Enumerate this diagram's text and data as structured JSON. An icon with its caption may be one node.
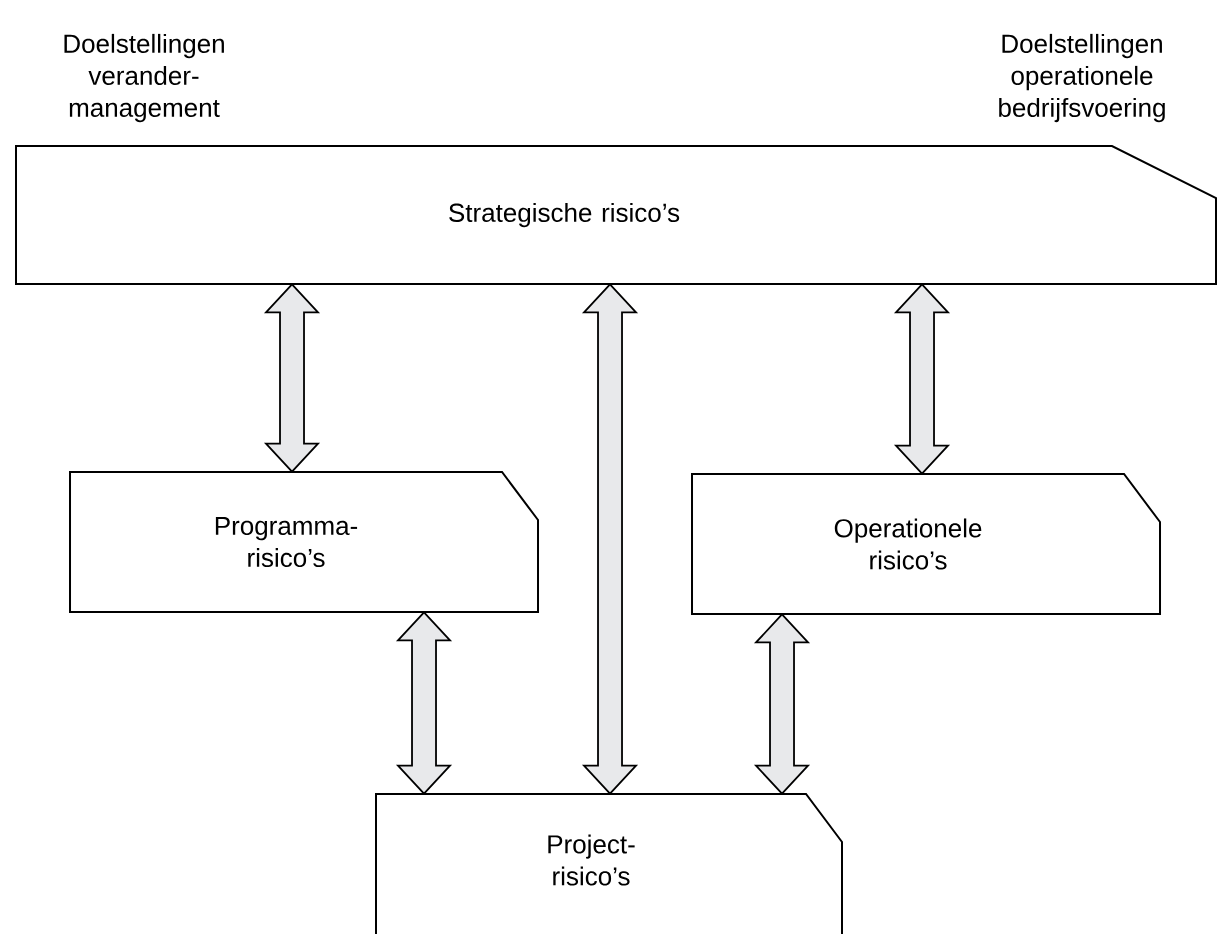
{
  "diagram": {
    "nodes": [
      {
        "text": [
          "Strategische risico’s"
        ]
      },
      {
        "text": [
          "Programma- risico’s"
        ]
      },
      {
        "text": [
          "Operationele risico’s"
        ]
      },
      {
        "text": [
          "Project- risico’s"
        ]
      }
    ],
    "edges": [
      {
        "from": 0,
        "to": 1,
        "arrow": "both"
      },
      {
        "from": 0,
        "to": 3,
        "arrow": "both"
      },
      {
        "from": 0,
        "to": 2,
        "arrow": "both"
      },
      {
        "from": 1,
        "to": 3,
        "arrow": "both"
      },
      {
        "from": 2,
        "to": 3,
        "arrow": "both"
      }
    ],
    "labels": [
      "Doelstellingen verander- management",
      "Doelstellingen operationele bedrijfsvoering"
    ]
  }
}
